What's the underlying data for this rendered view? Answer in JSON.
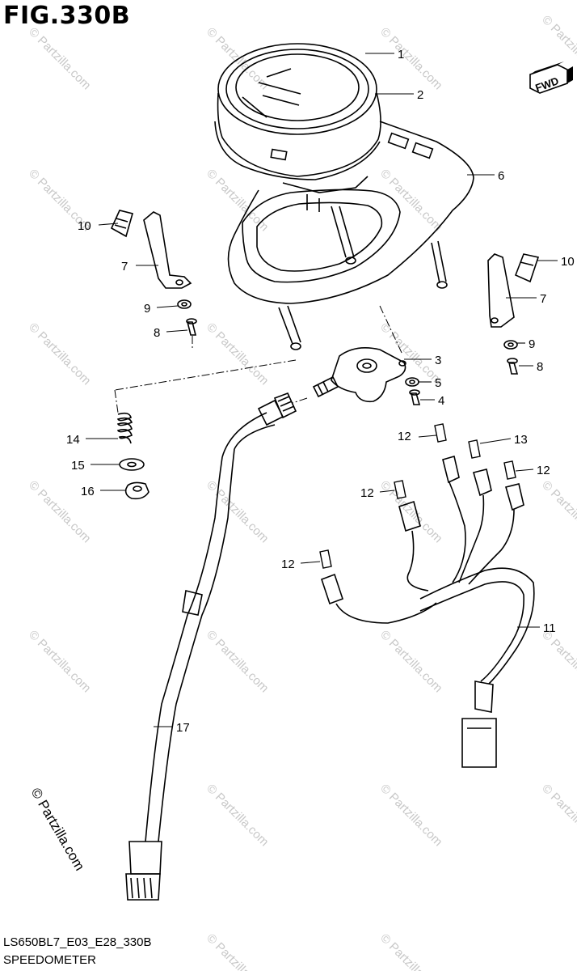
{
  "figure": {
    "title": "FIG.330B",
    "model_code": "LS650BL7_E03_E28_330B",
    "caption": "SPEEDOMETER",
    "direction_badge": "FWD"
  },
  "watermark": {
    "text": "© Partzilla.com"
  },
  "callouts": [
    {
      "id": "c1",
      "label": "1"
    },
    {
      "id": "c2",
      "label": "2"
    },
    {
      "id": "c3",
      "label": "3"
    },
    {
      "id": "c4",
      "label": "4"
    },
    {
      "id": "c5",
      "label": "5"
    },
    {
      "id": "c6",
      "label": "6"
    },
    {
      "id": "c7a",
      "label": "7"
    },
    {
      "id": "c7b",
      "label": "7"
    },
    {
      "id": "c8a",
      "label": "8"
    },
    {
      "id": "c8b",
      "label": "8"
    },
    {
      "id": "c9a",
      "label": "9"
    },
    {
      "id": "c9b",
      "label": "9"
    },
    {
      "id": "c10a",
      "label": "10"
    },
    {
      "id": "c10b",
      "label": "10"
    },
    {
      "id": "c11",
      "label": "11"
    },
    {
      "id": "c12a",
      "label": "12"
    },
    {
      "id": "c12b",
      "label": "12"
    },
    {
      "id": "c12c",
      "label": "12"
    },
    {
      "id": "c12d",
      "label": "12"
    },
    {
      "id": "c13",
      "label": "13"
    },
    {
      "id": "c14",
      "label": "14"
    },
    {
      "id": "c15",
      "label": "15"
    },
    {
      "id": "c16",
      "label": "16"
    },
    {
      "id": "c17",
      "label": "17"
    }
  ]
}
